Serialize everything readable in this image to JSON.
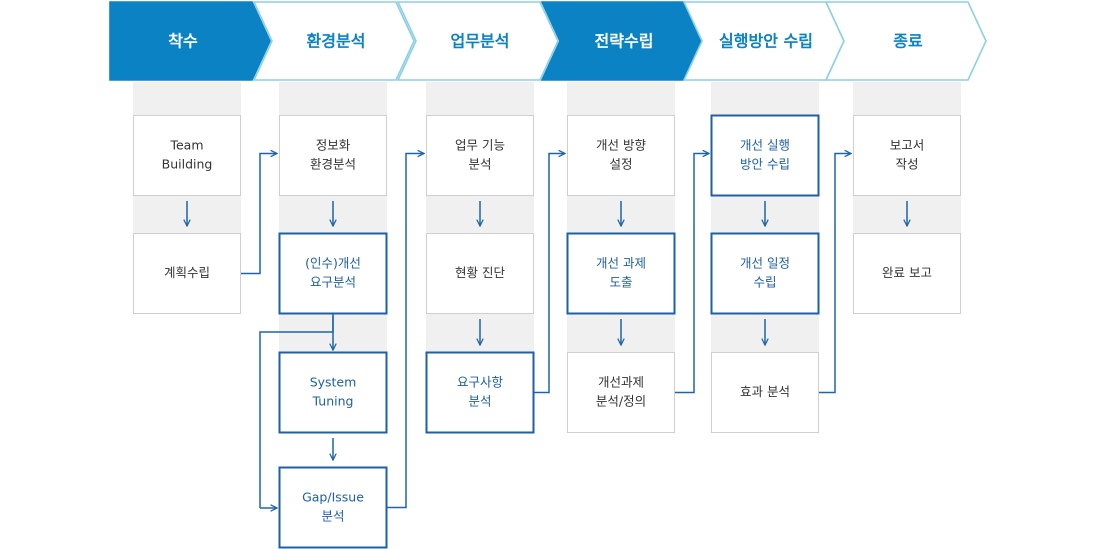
{
  "colors": {
    "accent": "#0b82c4",
    "phase_outline": "#8ecfe6",
    "box_border": "#cfcfcf",
    "highlight_border": "#1f5fa8",
    "highlight_text": "#1f5fa8",
    "column_bg": "#f0f0f0",
    "arrow": "#1e64ad",
    "body_text": "#333333",
    "white": "#ffffff"
  },
  "phases": [
    {
      "label": "착수",
      "active": true
    },
    {
      "label": "환경분석",
      "active": false
    },
    {
      "label": "업무분석",
      "active": false
    },
    {
      "label": "전략수립",
      "active": true
    },
    {
      "label": "실행방안 수립",
      "active": false
    },
    {
      "label": "종료",
      "active": false
    }
  ],
  "columns": [
    {
      "boxes": [
        {
          "lines": [
            "Team",
            "Building"
          ],
          "highlight": false
        },
        {
          "lines": [
            "계획수립"
          ],
          "highlight": false
        }
      ]
    },
    {
      "boxes": [
        {
          "lines": [
            "정보화",
            "환경분석"
          ],
          "highlight": false
        },
        {
          "lines": [
            "(인수)개선",
            "요구분석"
          ],
          "highlight": true
        },
        {
          "lines": [
            "System",
            "Tuning"
          ],
          "highlight": true
        },
        {
          "lines": [
            "Gap/Issue",
            "분석"
          ],
          "highlight": true
        }
      ]
    },
    {
      "boxes": [
        {
          "lines": [
            "업무 기능",
            "분석"
          ],
          "highlight": false
        },
        {
          "lines": [
            "현황 진단"
          ],
          "highlight": false
        },
        {
          "lines": [
            "요구사항",
            "분석"
          ],
          "highlight": true
        }
      ]
    },
    {
      "boxes": [
        {
          "lines": [
            "개선 방향",
            "설정"
          ],
          "highlight": false
        },
        {
          "lines": [
            "개선 과제",
            "도출"
          ],
          "highlight": true
        },
        {
          "lines": [
            "개선과제",
            "분석/정의"
          ],
          "highlight": false
        }
      ]
    },
    {
      "boxes": [
        {
          "lines": [
            "개선 실행",
            "방안 수립"
          ],
          "highlight": true
        },
        {
          "lines": [
            "개선 일정",
            "수립"
          ],
          "highlight": true
        },
        {
          "lines": [
            "효과 분석"
          ],
          "highlight": false
        }
      ]
    },
    {
      "boxes": [
        {
          "lines": [
            "보고서",
            "작성"
          ],
          "highlight": false
        },
        {
          "lines": [
            "완료 보고"
          ],
          "highlight": false
        }
      ]
    }
  ]
}
